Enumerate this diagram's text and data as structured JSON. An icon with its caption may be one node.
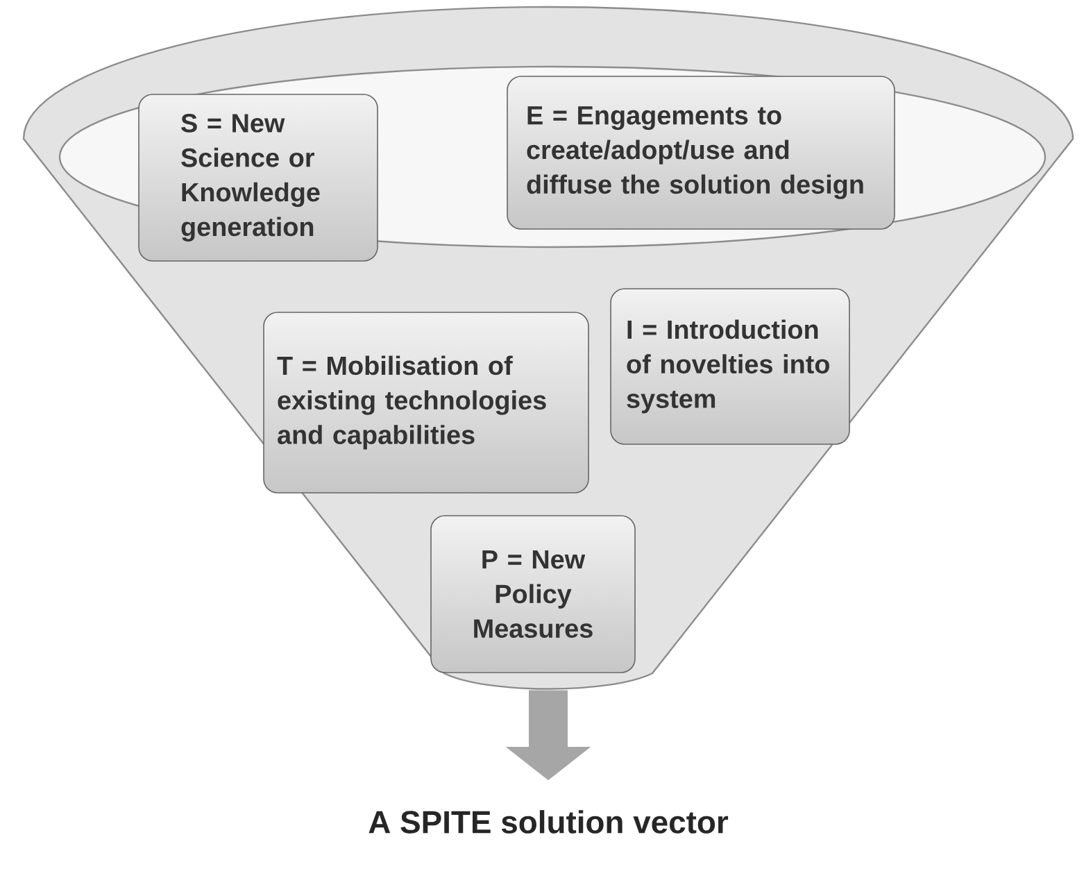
{
  "diagram": {
    "nodes": [
      {
        "text": [],
        "shape": "funnel"
      },
      {
        "text": [
          "S = New Science or Knowledge generation"
        ],
        "in": 0
      },
      {
        "text": [
          "E = Engagements to create/adopt/use and diffuse the solution design"
        ],
        "in": 0
      },
      {
        "text": [
          "T = Mobilisation of existing technologies and capabilities"
        ],
        "in": 0
      },
      {
        "text": [
          "I = Introduction of novelties into system"
        ],
        "in": 0
      },
      {
        "text": [
          "P = New Policy Measures"
        ],
        "in": 0
      },
      {
        "text": [
          "A SPITE solution vector"
        ]
      }
    ],
    "edges": [
      {
        "from": 0,
        "to": 6,
        "arrow": "to"
      }
    ]
  }
}
